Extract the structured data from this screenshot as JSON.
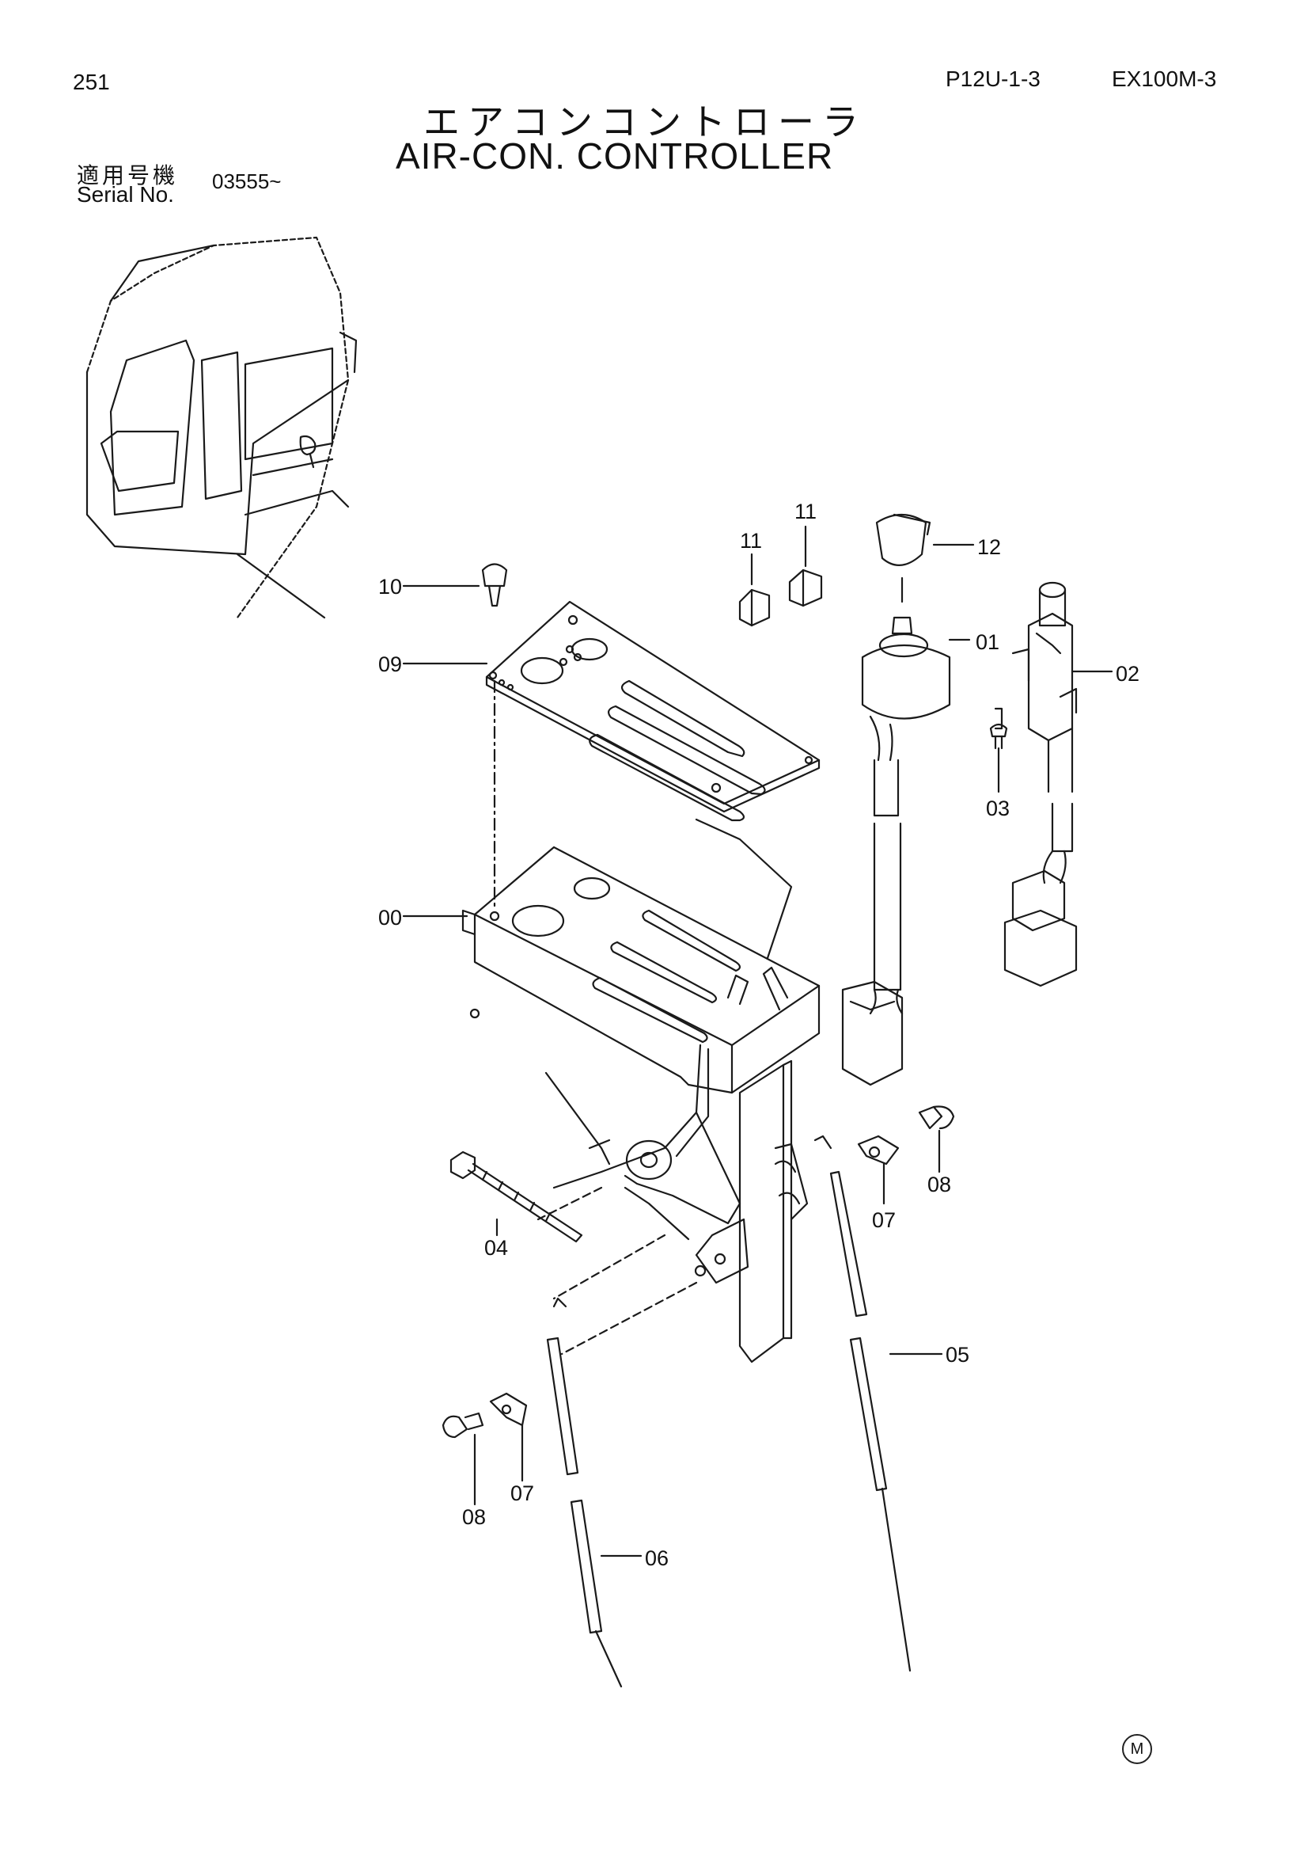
{
  "header": {
    "page_number": "251",
    "code_left": "P12U-1-3",
    "code_right": "EX100M-3",
    "title_jp": "エアコンコントローラ",
    "title_en": "AIR-CON. CONTROLLER"
  },
  "serial": {
    "label_jp": "適用号機",
    "label_en": "Serial No.",
    "value": "03555~"
  },
  "callouts": {
    "c00": "00",
    "c01": "01",
    "c02": "02",
    "c03": "03",
    "c04": "04",
    "c05": "05",
    "c06": "06",
    "c07a": "07",
    "c07b": "07",
    "c08a": "08",
    "c08b": "08",
    "c09": "09",
    "c10": "10",
    "c11a": "11",
    "c11b": "11",
    "c12": "12"
  },
  "footer": {
    "mark": "M"
  }
}
